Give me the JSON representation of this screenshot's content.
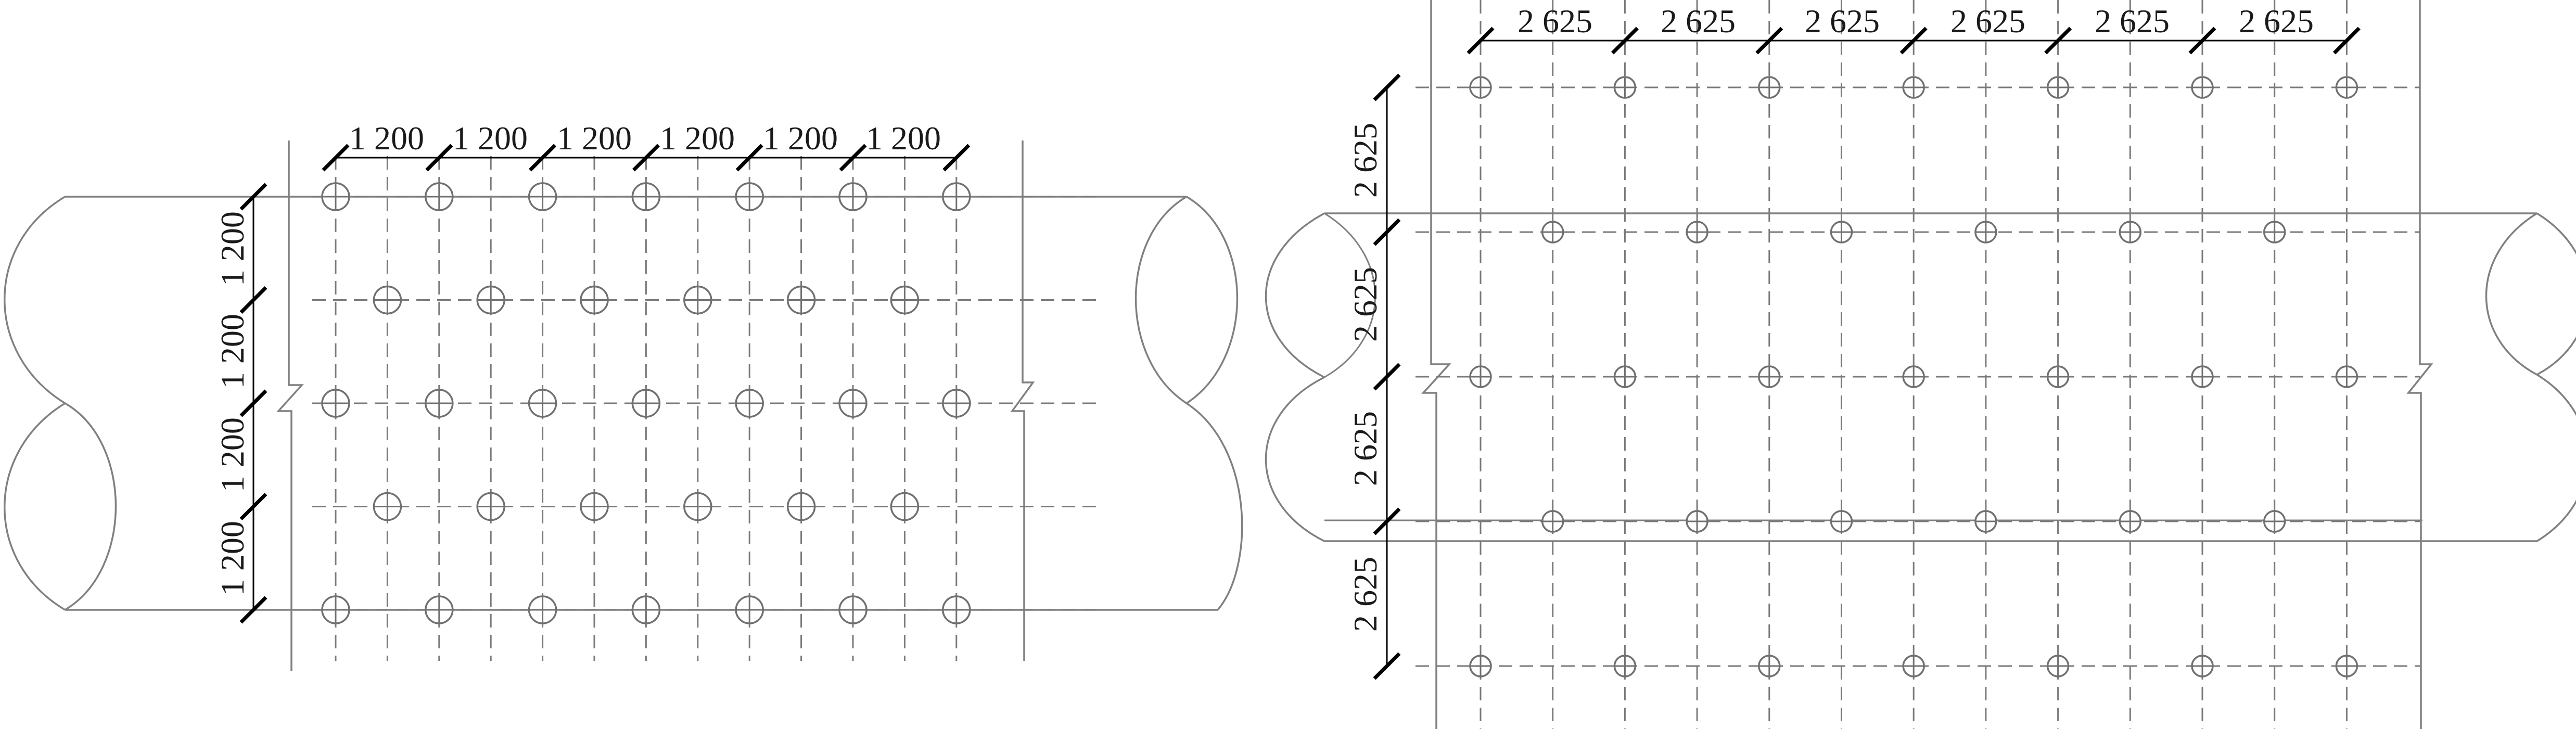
{
  "colors": {
    "background": "#ffffff",
    "outline": "#808080",
    "grid": "#7a7a7a",
    "hole": "#707070",
    "dimension_text": "#1a1a1a",
    "tick": "#000000"
  },
  "diagrams": [
    {
      "id": "left",
      "grid": {
        "columns": 13,
        "rows": 5
      },
      "horizontal_labels": [
        "1 200",
        "1 200",
        "1 200",
        "1 200",
        "1 200",
        "1 200"
      ],
      "vertical_labels": [
        "1 200",
        "1 200",
        "1 200",
        "1 200"
      ]
    },
    {
      "id": "right",
      "grid": {
        "columns": 13,
        "rows": 5
      },
      "horizontal_labels": [
        "2 625",
        "2 625",
        "2 625",
        "2 625",
        "2 625",
        "2 625"
      ],
      "vertical_labels": [
        "2 625",
        "2 625",
        "2 625",
        "2 625"
      ]
    }
  ]
}
